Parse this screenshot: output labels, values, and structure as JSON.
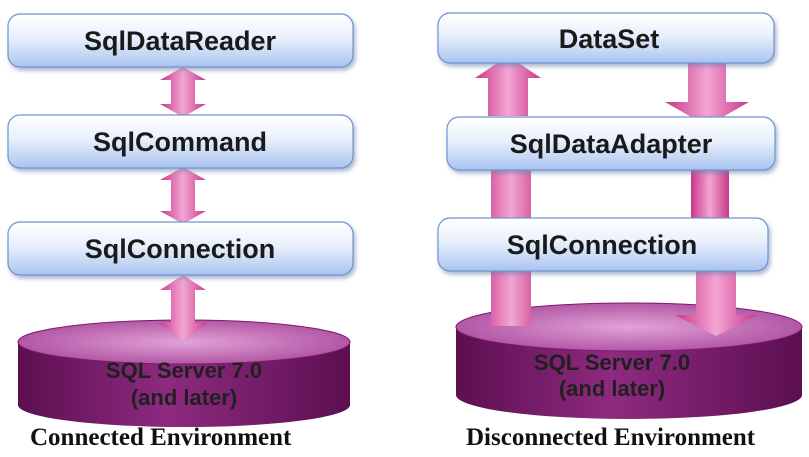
{
  "connected": {
    "layers": [
      "SqlDataReader",
      "SqlCommand",
      "SqlConnection"
    ],
    "database": {
      "line1": "SQL Server 7.0",
      "line2": "(and later)"
    },
    "caption": "Connected Environment"
  },
  "disconnected": {
    "layers": [
      "DataSet",
      "SqlDataAdapter",
      "SqlConnection"
    ],
    "database": {
      "line1": "SQL Server 7.0",
      "line2": "(and later)"
    },
    "caption": "Disconnected Environment"
  },
  "colors": {
    "box_top": "#ffffff",
    "box_bottom": "#a9c4f0",
    "box_border": "#6f93d1",
    "arrow": "#d64a9b",
    "arrow_light": "#f3b3d6",
    "db_body": "#7d1a6d",
    "db_top": "#c46ab5"
  }
}
